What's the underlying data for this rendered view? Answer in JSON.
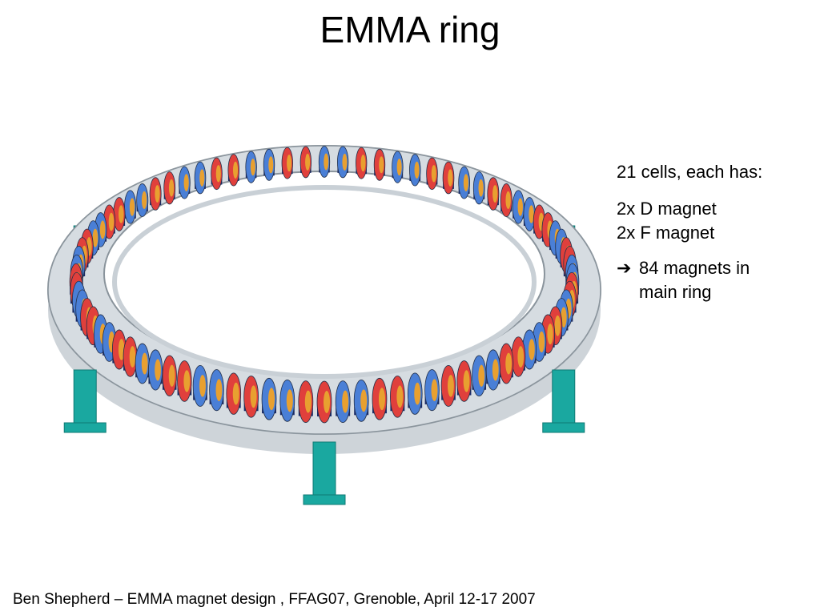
{
  "slide": {
    "title": "EMMA ring",
    "footer": "Ben Shepherd – EMMA magnet design , FFAG07, Grenoble, April 12-17 2007"
  },
  "bullets": {
    "heading": "21 cells, each has:",
    "line1": "2x D magnet",
    "line2": "2x F magnet",
    "result_line1": "84 magnets in",
    "result_line2": "main ring",
    "arrow_icon": "arrow-right-icon"
  },
  "figure": {
    "subject": "3D render of EMMA magnet ring on support legs",
    "colors": {
      "d_magnet": "#4a7fd6",
      "f_magnet": "#e0403c",
      "coil": "#e8a030",
      "girder": "#c9d0d6",
      "leg": "#1aa8a0",
      "mount": "#1a2a6a"
    }
  }
}
